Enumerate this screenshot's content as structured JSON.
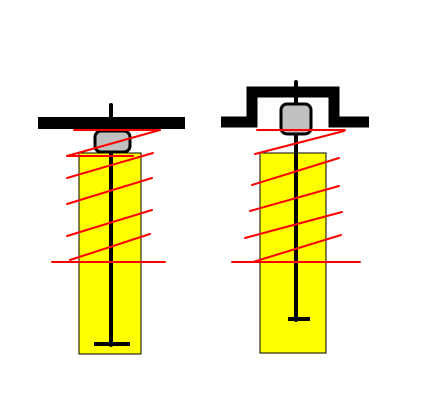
{
  "colors": {
    "background": "#ffffff",
    "column_fill": "#ffff00",
    "column_border": "#000000",
    "coil": "#ff0000",
    "rod": "#000000",
    "bracket": "#000000",
    "nut_fill": "#c0c0c0",
    "nut_border": "#000000"
  },
  "assemblies": [
    {
      "id": "left",
      "variant": "flat-plate"
    },
    {
      "id": "right",
      "variant": "raised-bracket"
    }
  ]
}
